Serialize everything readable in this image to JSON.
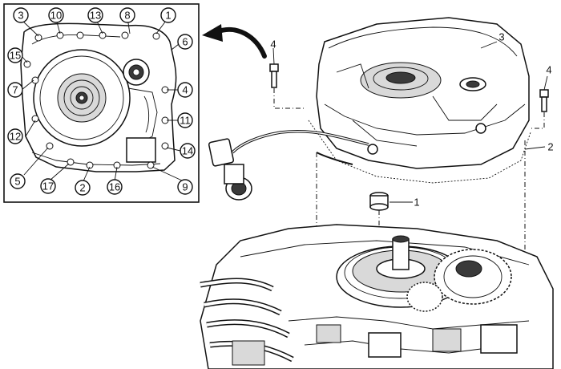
{
  "inset_callouts": [
    {
      "id": "c3",
      "label": "3"
    },
    {
      "id": "c10",
      "label": "10"
    },
    {
      "id": "c13",
      "label": "13"
    },
    {
      "id": "c8",
      "label": "8"
    },
    {
      "id": "c1",
      "label": "1"
    },
    {
      "id": "c6",
      "label": "6"
    },
    {
      "id": "c15",
      "label": "15"
    },
    {
      "id": "c7",
      "label": "7"
    },
    {
      "id": "c4",
      "label": "4"
    },
    {
      "id": "c11",
      "label": "11"
    },
    {
      "id": "c12",
      "label": "12"
    },
    {
      "id": "c14",
      "label": "14"
    },
    {
      "id": "c5",
      "label": "5"
    },
    {
      "id": "c17",
      "label": "17"
    },
    {
      "id": "c2",
      "label": "2"
    },
    {
      "id": "c16",
      "label": "16"
    },
    {
      "id": "c9",
      "label": "9"
    }
  ],
  "main_labels": [
    {
      "id": "l4a",
      "label": "4"
    },
    {
      "id": "l3",
      "label": "3"
    },
    {
      "id": "l4b",
      "label": "4"
    },
    {
      "id": "l2",
      "label": "2"
    },
    {
      "id": "l1",
      "label": "1"
    }
  ]
}
